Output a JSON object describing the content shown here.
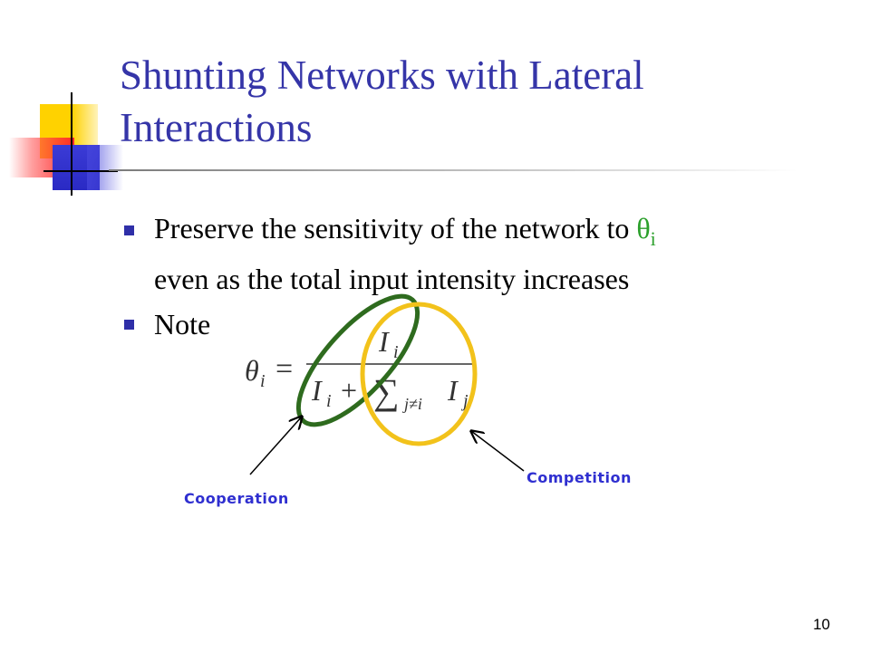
{
  "slide": {
    "title": "Shunting Networks with Lateral Interactions",
    "bullets": [
      {
        "text_before": "Preserve the sensitivity of the network to ",
        "symbol": "θ",
        "subscript": "i",
        "text_after": "even as the total input intensity increases"
      },
      {
        "text": "Note"
      }
    ],
    "equation": {
      "lhs_symbol": "θ",
      "lhs_subscript": "i",
      "equals": "=",
      "numerator_symbol": "I",
      "numerator_subscript": "i",
      "denominator_term1": "I",
      "denominator_term1_subscript": "i",
      "plus": "+",
      "sum_symbol": "∑",
      "sum_subscript": "j≠i",
      "denominator_term2": "I",
      "denominator_term2_subscript": "j"
    },
    "annotations": {
      "cooperation": "Cooperation",
      "competition": "Competition"
    },
    "page_number": "10"
  },
  "colors": {
    "title": "#3535a8",
    "bullet": "#2f2fa8",
    "theta": "#2ca02c",
    "cooperation_ellipse": "#2e6b1e",
    "competition_ellipse": "#f2c21b",
    "annotation_label": "#2f2fd0"
  }
}
